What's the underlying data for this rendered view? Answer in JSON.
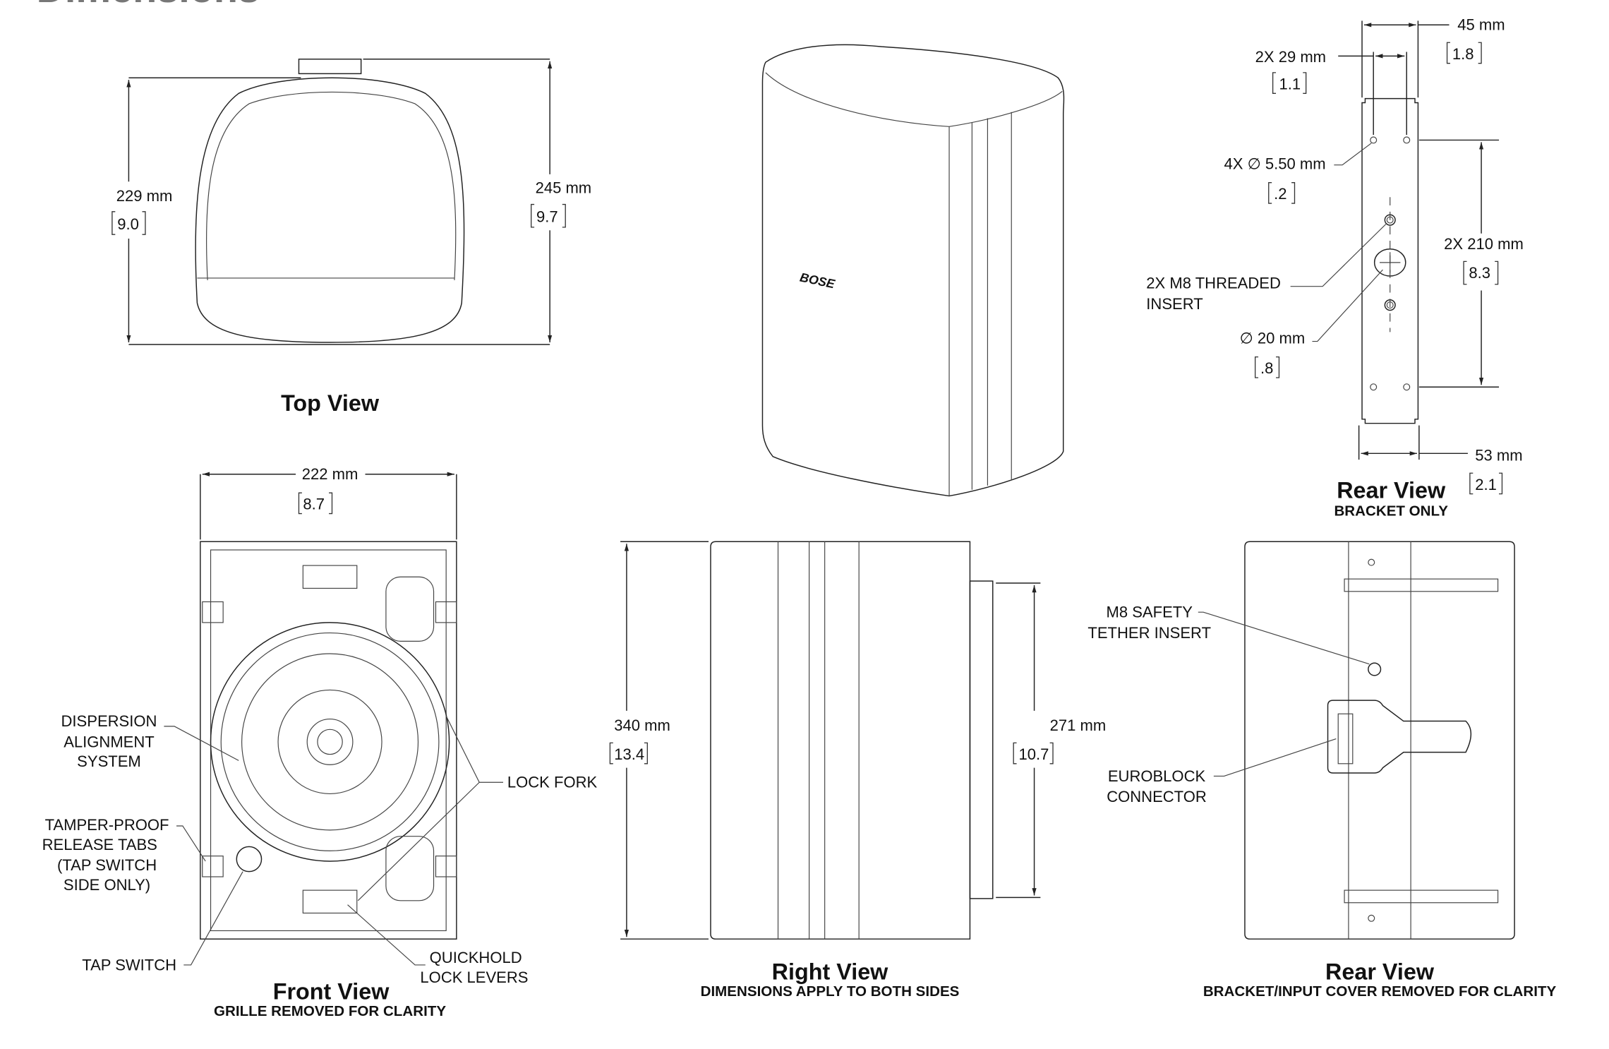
{
  "page_title": "Dimensions",
  "top_view": {
    "title": "Top View",
    "depth_mm": "229 mm",
    "depth_in": "9.0",
    "depth_bracket_mm": "245 mm",
    "depth_bracket_in": "9.7"
  },
  "bracket_view": {
    "title": "Rear View",
    "subtitle": "BRACKET ONLY",
    "width_mm": "45 mm",
    "width_in": "1.8",
    "slot_mm": "2X 29 mm",
    "slot_in": "1.1",
    "holes_mm": "4X ∅ 5.50 mm",
    "holes_in": ".2",
    "hole_spacing_mm": "2X 210 mm",
    "hole_spacing_in": "8.3",
    "insert_label_1": "2X M8 THREADED",
    "insert_label_2": "INSERT",
    "center_mm": "∅ 20 mm",
    "center_in": ".8",
    "base_mm": "53 mm",
    "base_in": "2.1"
  },
  "front_view": {
    "title": "Front View",
    "subtitle": "GRILLE REMOVED FOR CLARITY",
    "width_mm": "222 mm",
    "width_in": "8.7",
    "dispersion": [
      "DISPERSION",
      "ALIGNMENT",
      "SYSTEM"
    ],
    "tamper": [
      "TAMPER-PROOF",
      "RELEASE TABS",
      "(TAP SWITCH",
      "SIDE ONLY)"
    ],
    "tap_switch": "TAP SWITCH",
    "lock_fork": "LOCK FORK",
    "quickhold": [
      "QUICKHOLD",
      "LOCK LEVERS"
    ]
  },
  "right_view": {
    "title": "Right View",
    "subtitle": "DIMENSIONS APPLY TO BOTH SIDES",
    "height_mm": "340 mm",
    "height_in": "13.4",
    "bracket_mm": "271 mm",
    "bracket_in": "10.7"
  },
  "rear_view": {
    "title": "Rear View",
    "subtitle": "BRACKET/INPUT COVER REMOVED FOR CLARITY",
    "tether": [
      "M8 SAFETY",
      "TETHER INSERT"
    ],
    "euroblock": [
      "EUROBLOCK",
      "CONNECTOR"
    ]
  },
  "brand_logo": "BOSE"
}
